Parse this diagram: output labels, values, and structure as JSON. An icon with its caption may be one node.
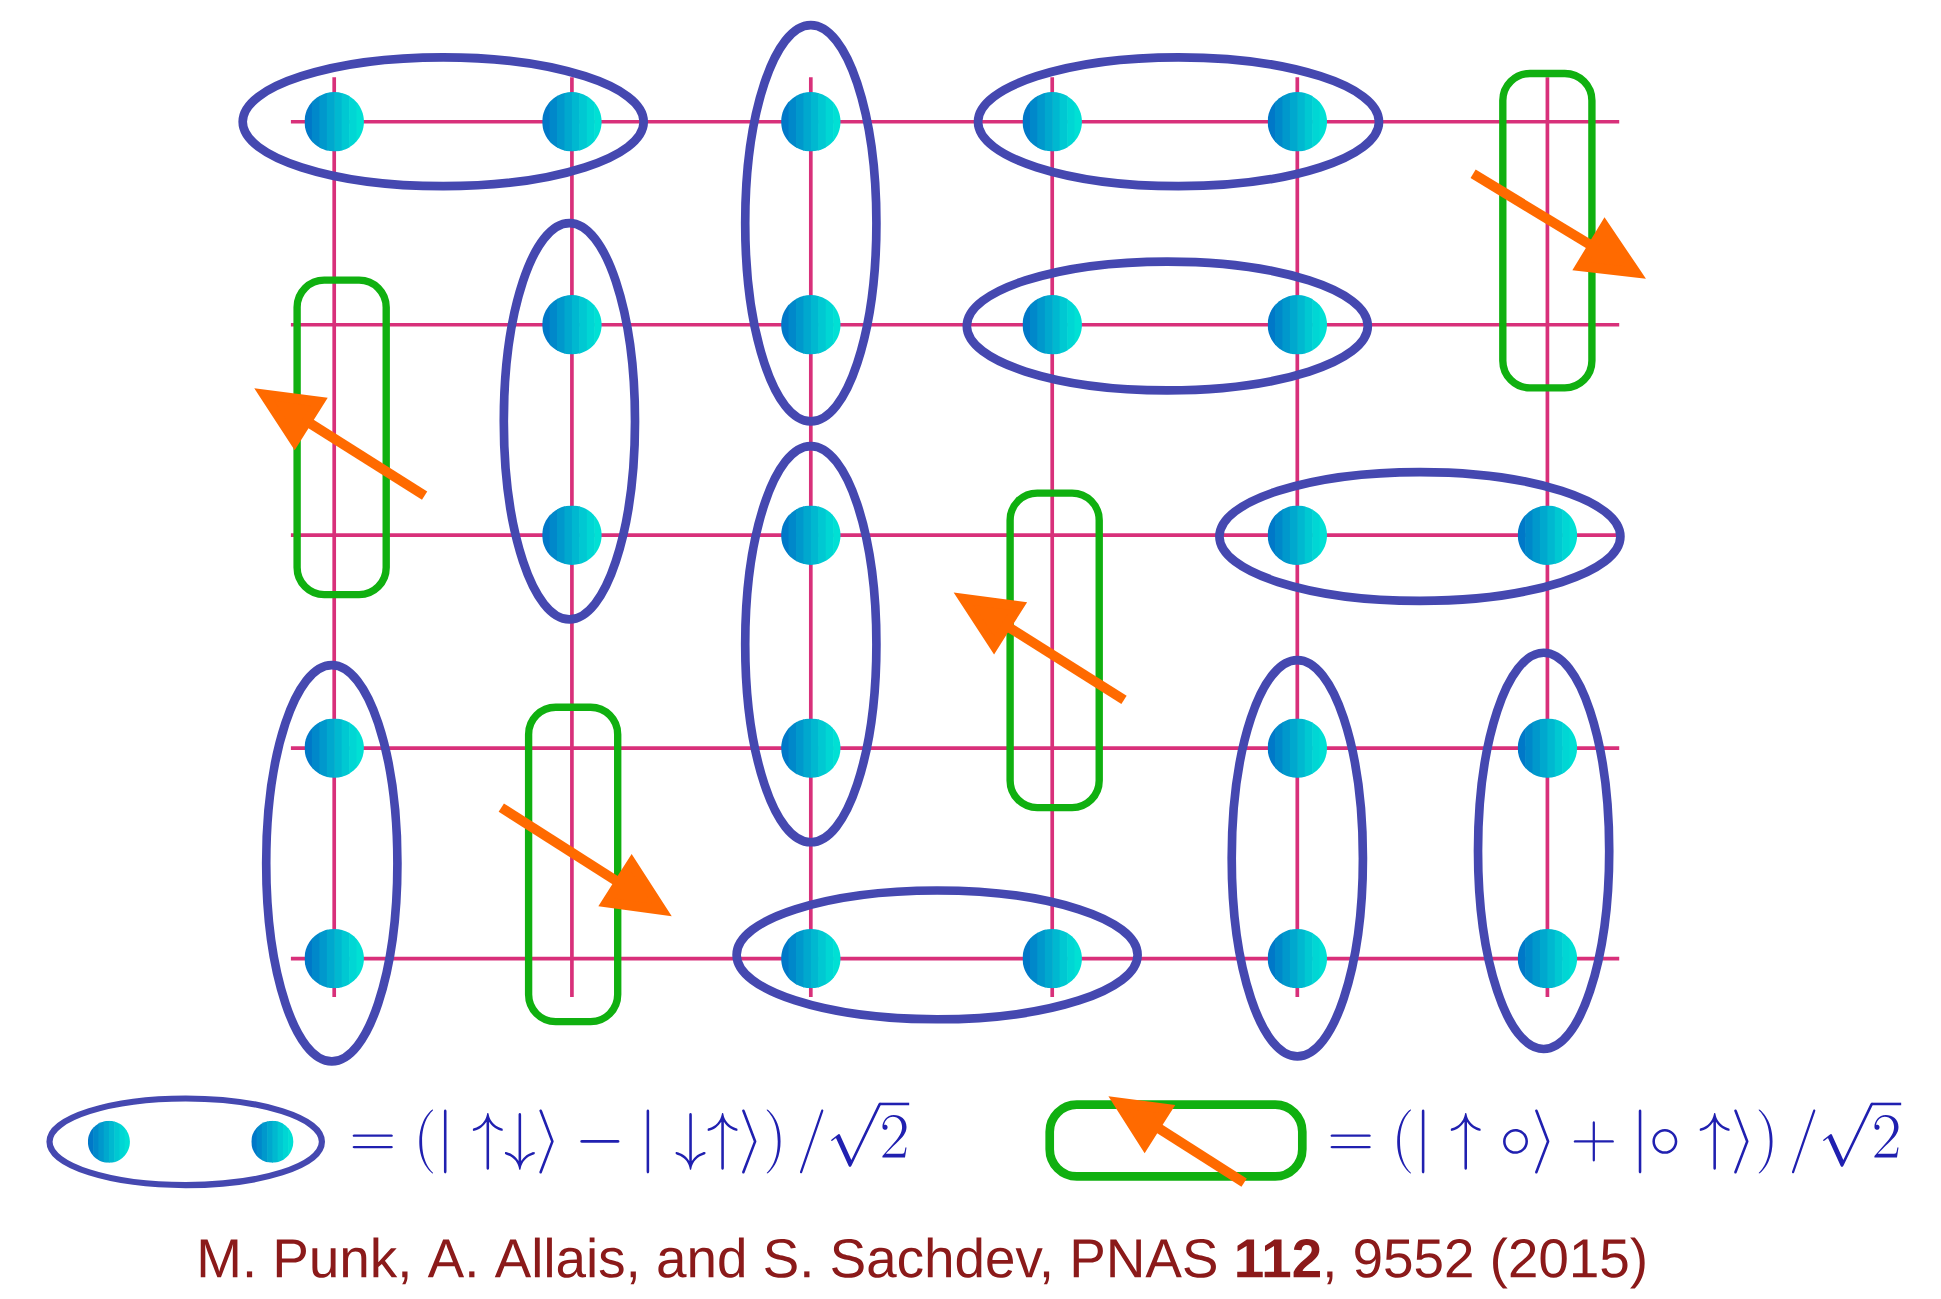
{
  "diagram": {
    "labels": [
      "= \\left( |\\uparrow\\downarrow\\rangle - |\\downarrow\\uparrow\\rangle \\right) / \\sqrt{2}",
      "= \\left( |\\uparrow \\circ\\rangle + |\\circ \\uparrow\\rangle \\right) / \\sqrt{2}",
      "M. Punk, A. Allais, and S. Sachdev,  PNAS **112**, 9552 (2015)"
    ]
  }
}
